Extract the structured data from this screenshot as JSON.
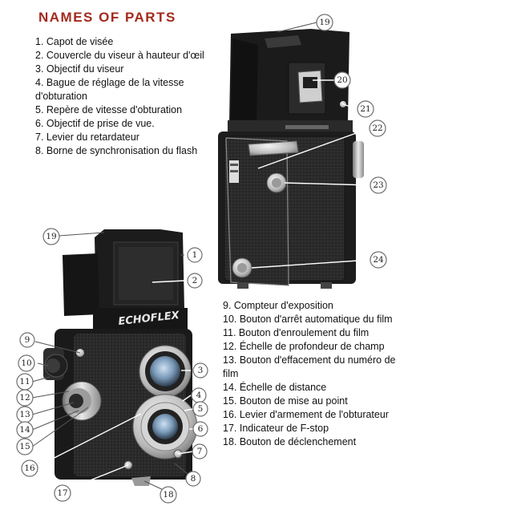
{
  "title": "NAMES  OF  PARTS",
  "parts_left": [
    "1. Capot de visée",
    "2. Couvercle du viseur à hauteur d'œil",
    "3. Objectif du viseur",
    "4. Bague de réglage de la vitesse d'obturation",
    "5. Repère de vitesse d'obturation",
    "6. Objectif de prise de vue.",
    "7. Levier du retardateur",
    "8. Borne de synchronisation du flash"
  ],
  "parts_right": [
    "9. Compteur d'exposition",
    "10. Bouton d'arrêt automatique du film",
    "11. Bouton d'enroulement du film",
    "12. Échelle de profondeur de champ",
    "13. Bouton d'effacement du numéro de film",
    "14. Échelle de distance",
    "15. Bouton de mise au point",
    "16. Levier d'armement de l'obturateur",
    "17. Indicateur de F-stop",
    "18. Bouton de déclenchement"
  ],
  "camera_brand": "ECHOFLEX",
  "callouts": [
    "1",
    "2",
    "3",
    "4",
    "5",
    "6",
    "7",
    "8",
    "9",
    "10",
    "11",
    "12",
    "13",
    "14",
    "15",
    "16",
    "17",
    "18",
    "19",
    "20",
    "21",
    "22",
    "23",
    "24"
  ]
}
